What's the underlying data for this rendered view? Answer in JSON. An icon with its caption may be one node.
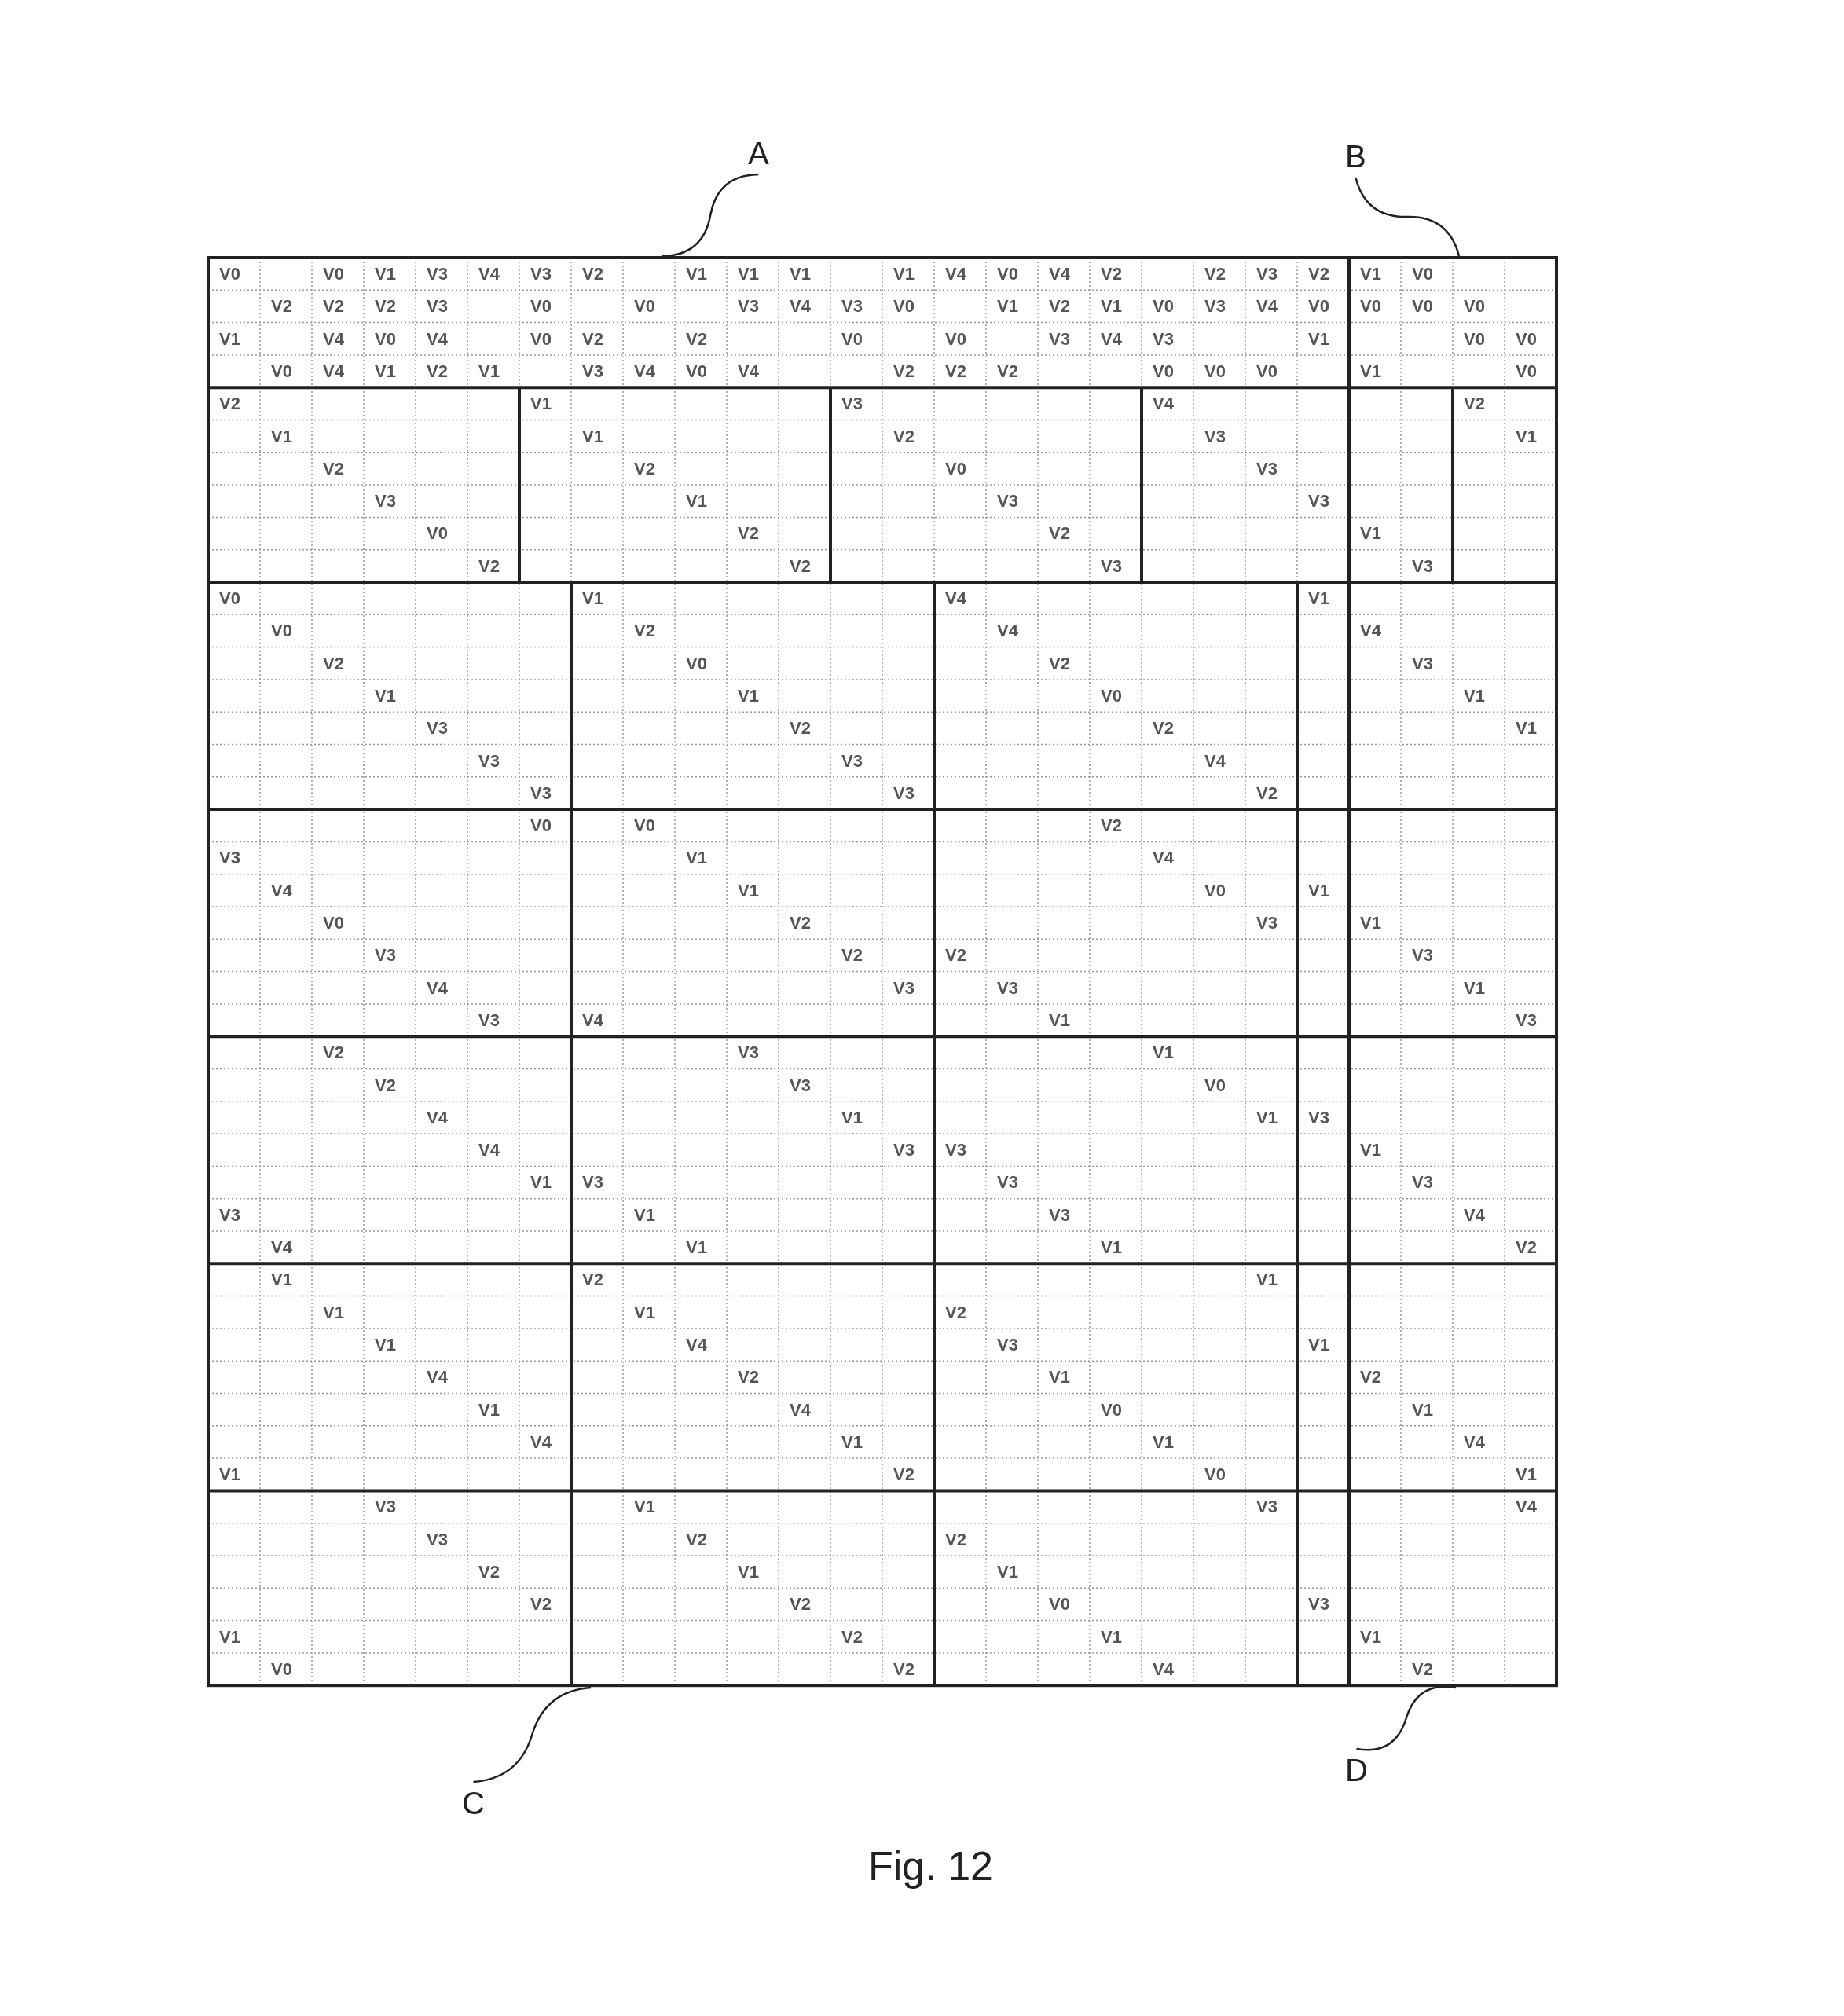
{
  "diagram": {
    "caption": "Fig. 12",
    "nodes": [
      {
        "text": [
          "A"
        ]
      },
      {
        "text": [
          "B"
        ]
      },
      {
        "text": [
          "C"
        ]
      },
      {
        "text": [
          "D"
        ]
      }
    ],
    "edges": [
      {
        "from": 0,
        "to": null,
        "arrow": "none"
      },
      {
        "from": 1,
        "to": null,
        "arrow": "none"
      },
      {
        "from": 2,
        "to": null,
        "arrow": "none"
      },
      {
        "from": 3,
        "to": null,
        "arrow": "none"
      }
    ],
    "labels": [
      "V0",
      "V0",
      "V1",
      "V3",
      "V4",
      "V3",
      "V2",
      "V1",
      "V1",
      "V1",
      "V1",
      "V4",
      "V0",
      "V4",
      "V2",
      "V2",
      "V3",
      "V2",
      "V1",
      "V0",
      "V2",
      "V2",
      "V2",
      "V3",
      "V0",
      "V0",
      "V3",
      "V4",
      "V3",
      "V0",
      "V1",
      "V2",
      "V1",
      "V0",
      "V3",
      "V4",
      "V0",
      "V0",
      "V0",
      "V0",
      "V1",
      "V4",
      "V0",
      "V4",
      "V0",
      "V2",
      "V2",
      "V0",
      "V0",
      "V3",
      "V4",
      "V3",
      "V1",
      "V0",
      "V0",
      "V0",
      "V4",
      "V1",
      "V2",
      "V1",
      "V3",
      "V4",
      "V0",
      "V4",
      "V2",
      "V2",
      "V2",
      "V0",
      "V0",
      "V0",
      "V1",
      "V0",
      "V2",
      "V1",
      "V3",
      "V4",
      "V2",
      "V1",
      "V1",
      "V2",
      "V3",
      "V1",
      "V2",
      "V2",
      "V0",
      "V3",
      "V3",
      "V1",
      "V3",
      "V3",
      "V0",
      "V2",
      "V2",
      "V1",
      "V2",
      "V2",
      "V3",
      "V3",
      "V0",
      "V1",
      "V4",
      "V1",
      "V0",
      "V2",
      "V4",
      "V4",
      "V2",
      "V0",
      "V2",
      "V3",
      "V1",
      "V1",
      "V0",
      "V1",
      "V3",
      "V2",
      "V2",
      "V1",
      "V3",
      "V3",
      "V4",
      "V3",
      "V3",
      "V2",
      "V0",
      "V0",
      "V2",
      "V3",
      "V1",
      "V4",
      "V4",
      "V1",
      "V0",
      "V1",
      "V0",
      "V2",
      "V3",
      "V1",
      "V3",
      "V2",
      "V2",
      "V3",
      "V4",
      "V3",
      "V3",
      "V1",
      "V3",
      "V4",
      "V1",
      "V3",
      "V2",
      "V3",
      "V1",
      "V2",
      "V3",
      "V0",
      "V4",
      "V1",
      "V1",
      "V3",
      "V4",
      "V3",
      "V3",
      "V1",
      "V1",
      "V3",
      "V3",
      "V3",
      "V3",
      "V1",
      "V3",
      "V4",
      "V4",
      "V1",
      "V1",
      "V2",
      "V1",
      "V2",
      "V1",
      "V1",
      "V1",
      "V2",
      "V1",
      "V4",
      "V3",
      "V1",
      "V4",
      "V2",
      "V1",
      "V2",
      "V1",
      "V4",
      "V0",
      "V1",
      "V4",
      "V1",
      "V1",
      "V4",
      "V1",
      "V2",
      "V0",
      "V1",
      "V3",
      "V1",
      "V3",
      "V4",
      "V3",
      "V2",
      "V2",
      "V2",
      "V1",
      "V1",
      "V2",
      "V2",
      "V0",
      "V3",
      "V1",
      "V2",
      "V1",
      "V1",
      "V0",
      "V2",
      "V4",
      "V2"
    ]
  }
}
